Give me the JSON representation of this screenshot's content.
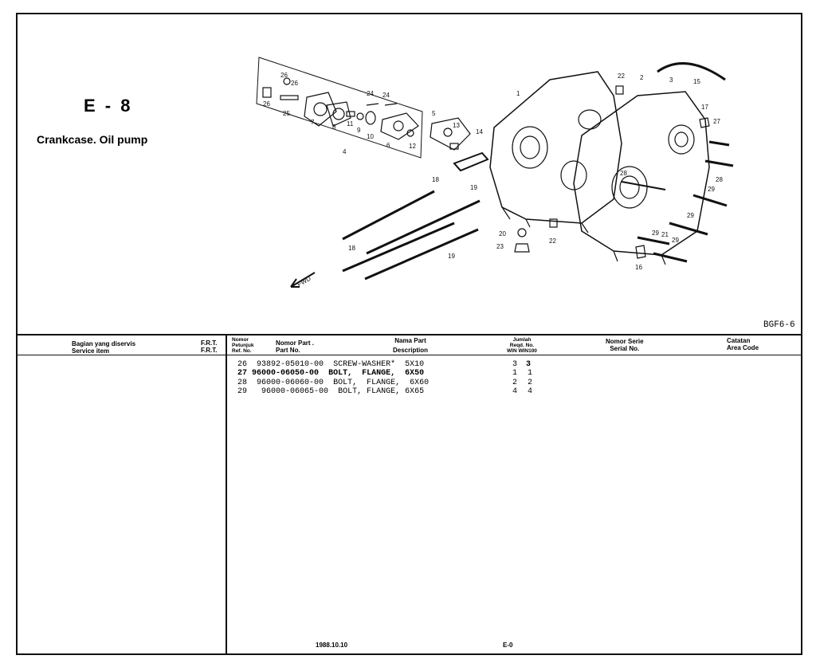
{
  "page": {
    "section_code": "E - 8",
    "section_title": "Crankcase. Oil pump",
    "drawing_code": "BGF6-6"
  },
  "diagram": {
    "callouts": [
      "26",
      "26",
      "26",
      "25",
      "7",
      "8",
      "11",
      "9",
      "10",
      "24",
      "24",
      "6",
      "12",
      "5",
      "13",
      "4",
      "14",
      "1",
      "22",
      "2",
      "3",
      "15",
      "17",
      "27",
      "28",
      "28",
      "29",
      "29",
      "29",
      "21",
      "29",
      "16",
      "18",
      "19",
      "18",
      "19",
      "20",
      "23",
      "22",
      "FWD"
    ]
  },
  "table_header": {
    "service_item_id": "Bagian yang diservis",
    "service_item_en": "Service item",
    "frt1": "F.R.T.",
    "frt2": "F.R.T.",
    "ref_id1": "Nomor",
    "ref_id2": "Petunjuk",
    "ref_en": "Ref. No.",
    "part_id": "Nomor  Part .",
    "part_en": "Part No.",
    "desc_id": "Nama Part",
    "desc_en": "Description",
    "qty_id": "Jumlah",
    "qty_en": "Reqd. No.",
    "qty_models": "WIN  WIN100",
    "serial_id": "Nomor Serie",
    "serial_en": "Serial No.",
    "area_id": "Catatan",
    "area_en": "Area Code"
  },
  "rows": [
    {
      "ref": "26",
      "part_no": "93892-05010-00",
      "desc": "SCREW-WASHER*  5X10",
      "q1": "3",
      "q2": "3"
    },
    {
      "ref": "27",
      "part_no": "96000-06050-00",
      "desc": "BOLT,  FLANGE,  6X50",
      "q1": "1",
      "q2": "1"
    },
    {
      "ref": "28",
      "part_no": "96000-06060-00",
      "desc": "BOLT,  FLANGE,  6X60",
      "q1": "2",
      "q2": "2"
    },
    {
      "ref": "29",
      "part_no": "96000-06065-00",
      "desc": "BOLT, FLANGE, 6X65",
      "q1": "4",
      "q2": "4"
    }
  ],
  "footer": {
    "date": "1988.10.10",
    "page": "E-0"
  }
}
